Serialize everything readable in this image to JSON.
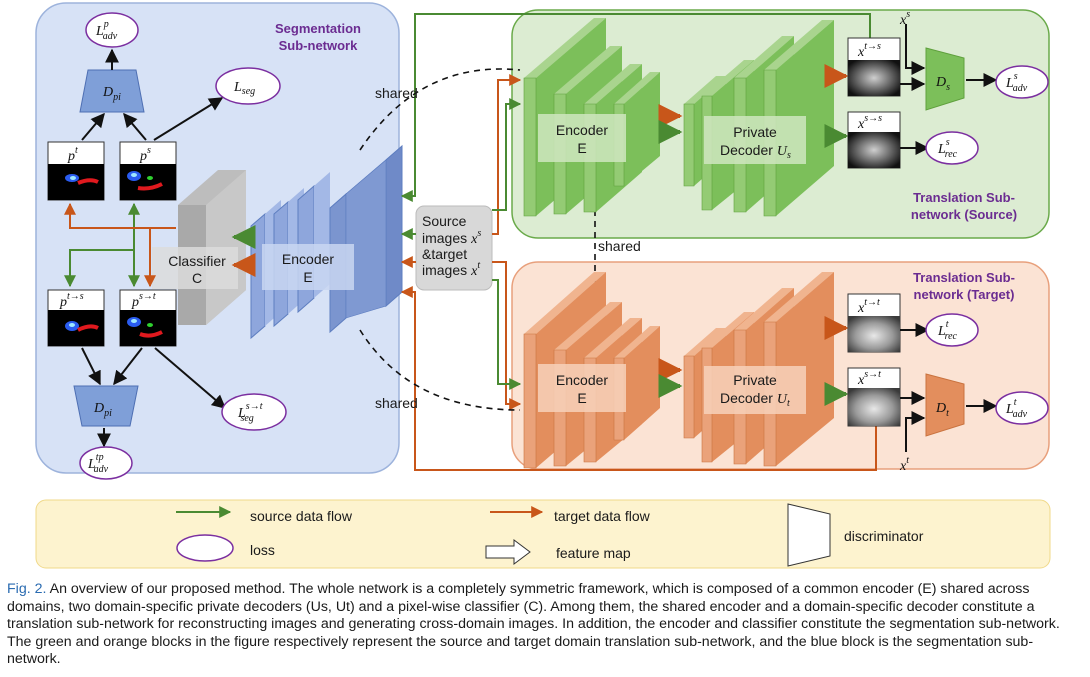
{
  "sections": {
    "segmentation_title_1": "Segmentation",
    "segmentation_title_2": "Sub-network",
    "translation_source_title_1": "Translation Sub-",
    "translation_source_title_2": "network (Source)",
    "translation_target_title_1": "Translation Sub-",
    "translation_target_title_2": "network (Target)"
  },
  "blocks": {
    "classifier_1": "Classifier",
    "classifier_2": "C",
    "encoder_1": "Encoder",
    "encoder_2": "E",
    "private_1": "Private",
    "private_2": "Decoder",
    "source_images_1": "Source",
    "source_images_2": "images",
    "source_images_3": "&target",
    "source_images_4": "images",
    "shared": "shared"
  },
  "math": {
    "x": "x",
    "s": "s",
    "t": "t",
    "p": "p",
    "L": "L",
    "D": "D",
    "U": "U",
    "adv": "adv",
    "seg": "seg",
    "rec": "rec",
    "pi": "pi",
    "t_to_s": "t→s",
    "s_to_s": "s→s",
    "t_to_t": "t→t",
    "s_to_t": "s→t",
    "tp": "tp"
  },
  "legend": {
    "source_flow": "source data flow",
    "target_flow": "target data flow",
    "loss": "loss",
    "feature_map": "feature map",
    "discriminator": "discriminator"
  },
  "colors": {
    "blue_region": "#d7e2f6",
    "green_region": "#dcecd2",
    "orange_region": "#fbe3d4",
    "source_arrow": "#4a8a32",
    "target_arrow": "#c8561a",
    "loss_stroke": "#7b2fa0",
    "legend_bg": "#fdf3cf"
  },
  "caption": {
    "fig_label": "Fig. 2.",
    "text": "An overview of our proposed method. The whole network is a completely symmetric framework, which is composed of a common encoder (E) shared across domains, two domain-specific private decoders (Us, Ut) and a pixel-wise classifier (C). Among them, the shared encoder and a domain-specific decoder constitute a translation sub-network for reconstructing images and generating cross-domain images. In addition, the encoder and classifier constitute the segmentation sub-network. The green and orange blocks in the figure respectively represent the source and target domain translation sub-network, and the blue block is the segmentation sub-network."
  }
}
